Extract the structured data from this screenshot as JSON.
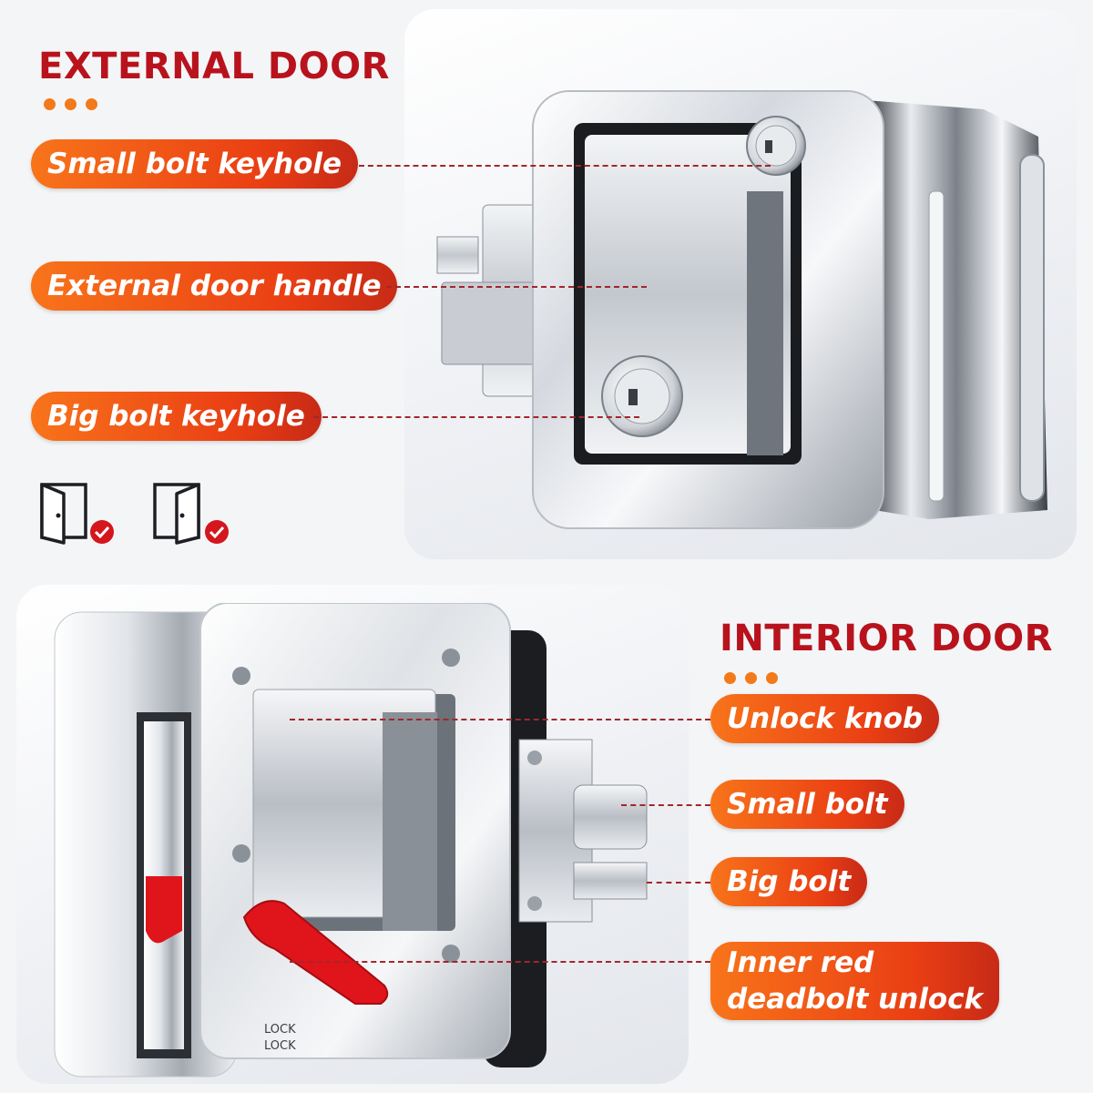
{
  "external": {
    "heading": "EXTERNAL DOOR",
    "labels": {
      "small_bolt_keyhole": "Small bolt keyhole",
      "external_door_handle": "External door handle",
      "big_bolt_keyhole": "Big bolt keyhole"
    },
    "icons": [
      "left-door-check-icon",
      "right-door-check-icon"
    ]
  },
  "interior": {
    "heading": "INTERIOR DOOR",
    "labels": {
      "unlock_knob": "Unlock knob",
      "small_bolt": "Small bolt",
      "big_bolt": "Big bolt",
      "inner_red_line1": "Inner red",
      "inner_red_line2": "deadbolt unlock"
    },
    "lock_plate_text": [
      "LOCK",
      "LOCK"
    ]
  },
  "colors": {
    "heading": "#b8131d",
    "label_start": "#f8741a",
    "label_end": "#c72a16",
    "check_badge": "#d4161d",
    "red_lever": "#e0141b",
    "leader_line": "#a3272a"
  }
}
